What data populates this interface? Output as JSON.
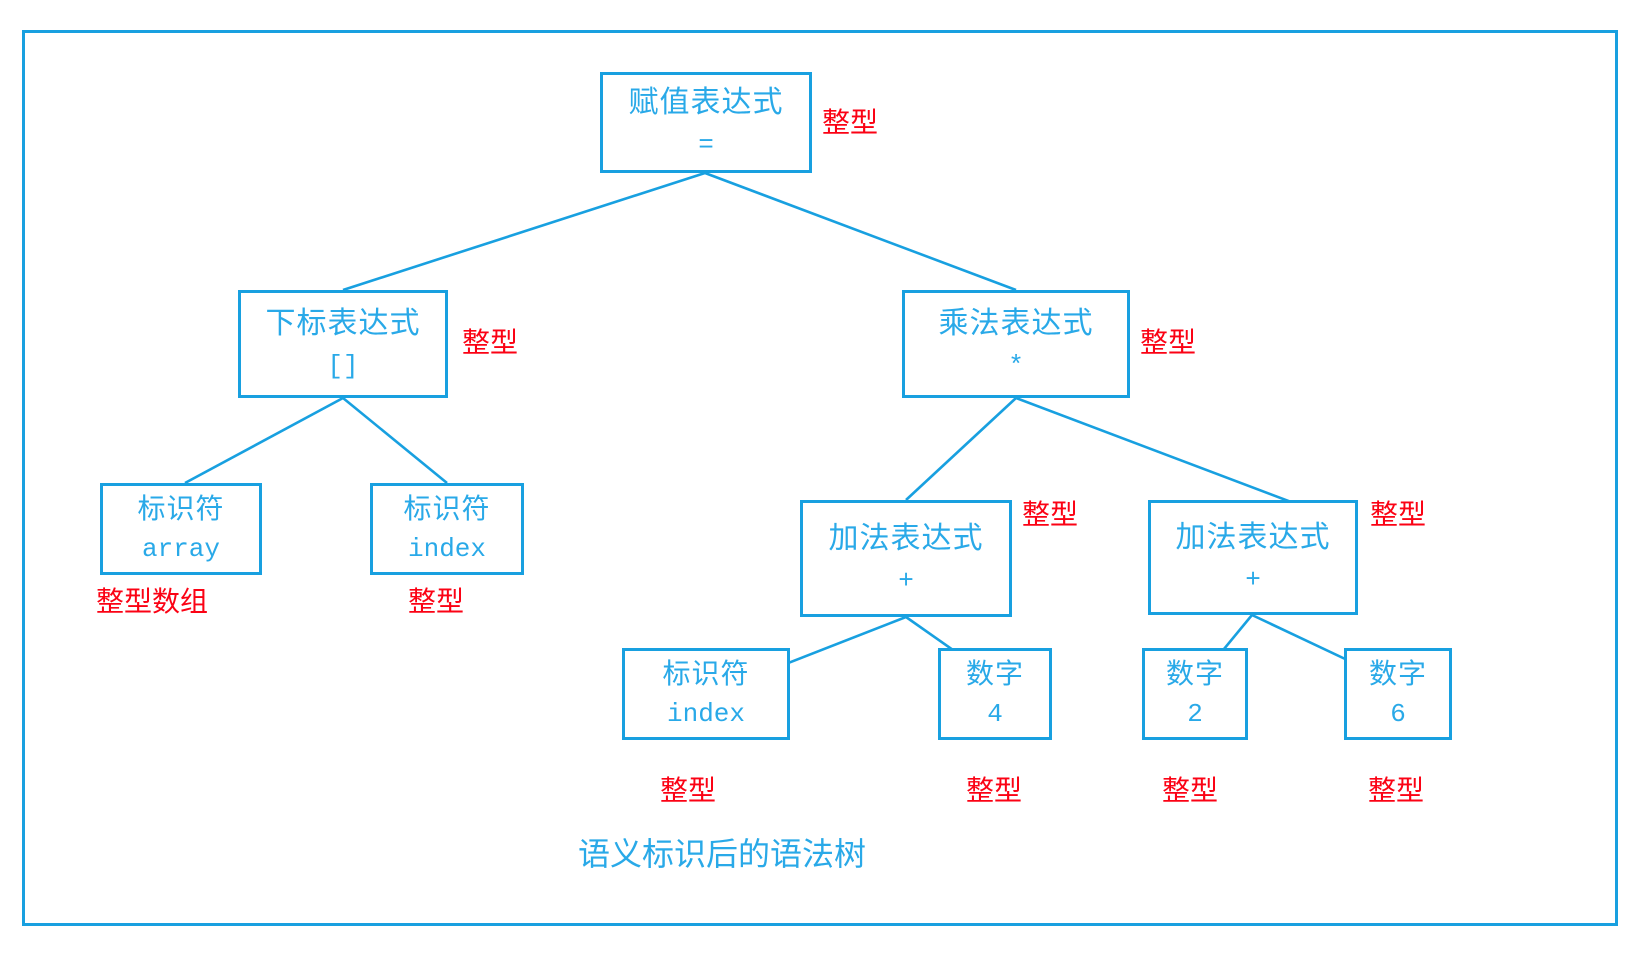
{
  "diagram": {
    "caption": "语义标识后的语法树",
    "colors": {
      "node_stroke": "#18a0e0",
      "node_text": "#29a9e8",
      "type_label": "#fb0214",
      "edge": "#18a0e0",
      "background": "#ffffff"
    },
    "nodes": [
      {
        "id": "assign",
        "kind": "赋值表达式",
        "token": "=",
        "type_label": "整型"
      },
      {
        "id": "subscript",
        "kind": "下标表达式",
        "token": "[]",
        "type_label": "整型"
      },
      {
        "id": "multiply",
        "kind": "乘法表达式",
        "token": "*",
        "type_label": "整型"
      },
      {
        "id": "id_array",
        "kind": "标识符",
        "token": "array",
        "type_label": "整型数组"
      },
      {
        "id": "id_index",
        "kind": "标识符",
        "token": "index",
        "type_label": "整型"
      },
      {
        "id": "add_left",
        "kind": "加法表达式",
        "token": "+",
        "type_label": "整型"
      },
      {
        "id": "add_right",
        "kind": "加法表达式",
        "token": "+",
        "type_label": "整型"
      },
      {
        "id": "id_index2",
        "kind": "标识符",
        "token": "index",
        "type_label": "整型"
      },
      {
        "id": "num4",
        "kind": "数字",
        "token": "4",
        "type_label": "整型"
      },
      {
        "id": "num2",
        "kind": "数字",
        "token": "2",
        "type_label": "整型"
      },
      {
        "id": "num6",
        "kind": "数字",
        "token": "6",
        "type_label": "整型"
      }
    ],
    "edges": [
      {
        "from": "assign",
        "to": "subscript"
      },
      {
        "from": "assign",
        "to": "multiply"
      },
      {
        "from": "subscript",
        "to": "id_array"
      },
      {
        "from": "subscript",
        "to": "id_index"
      },
      {
        "from": "multiply",
        "to": "add_left"
      },
      {
        "from": "multiply",
        "to": "add_right"
      },
      {
        "from": "add_left",
        "to": "id_index2"
      },
      {
        "from": "add_left",
        "to": "num4"
      },
      {
        "from": "add_right",
        "to": "num2"
      },
      {
        "from": "add_right",
        "to": "num6"
      }
    ]
  }
}
